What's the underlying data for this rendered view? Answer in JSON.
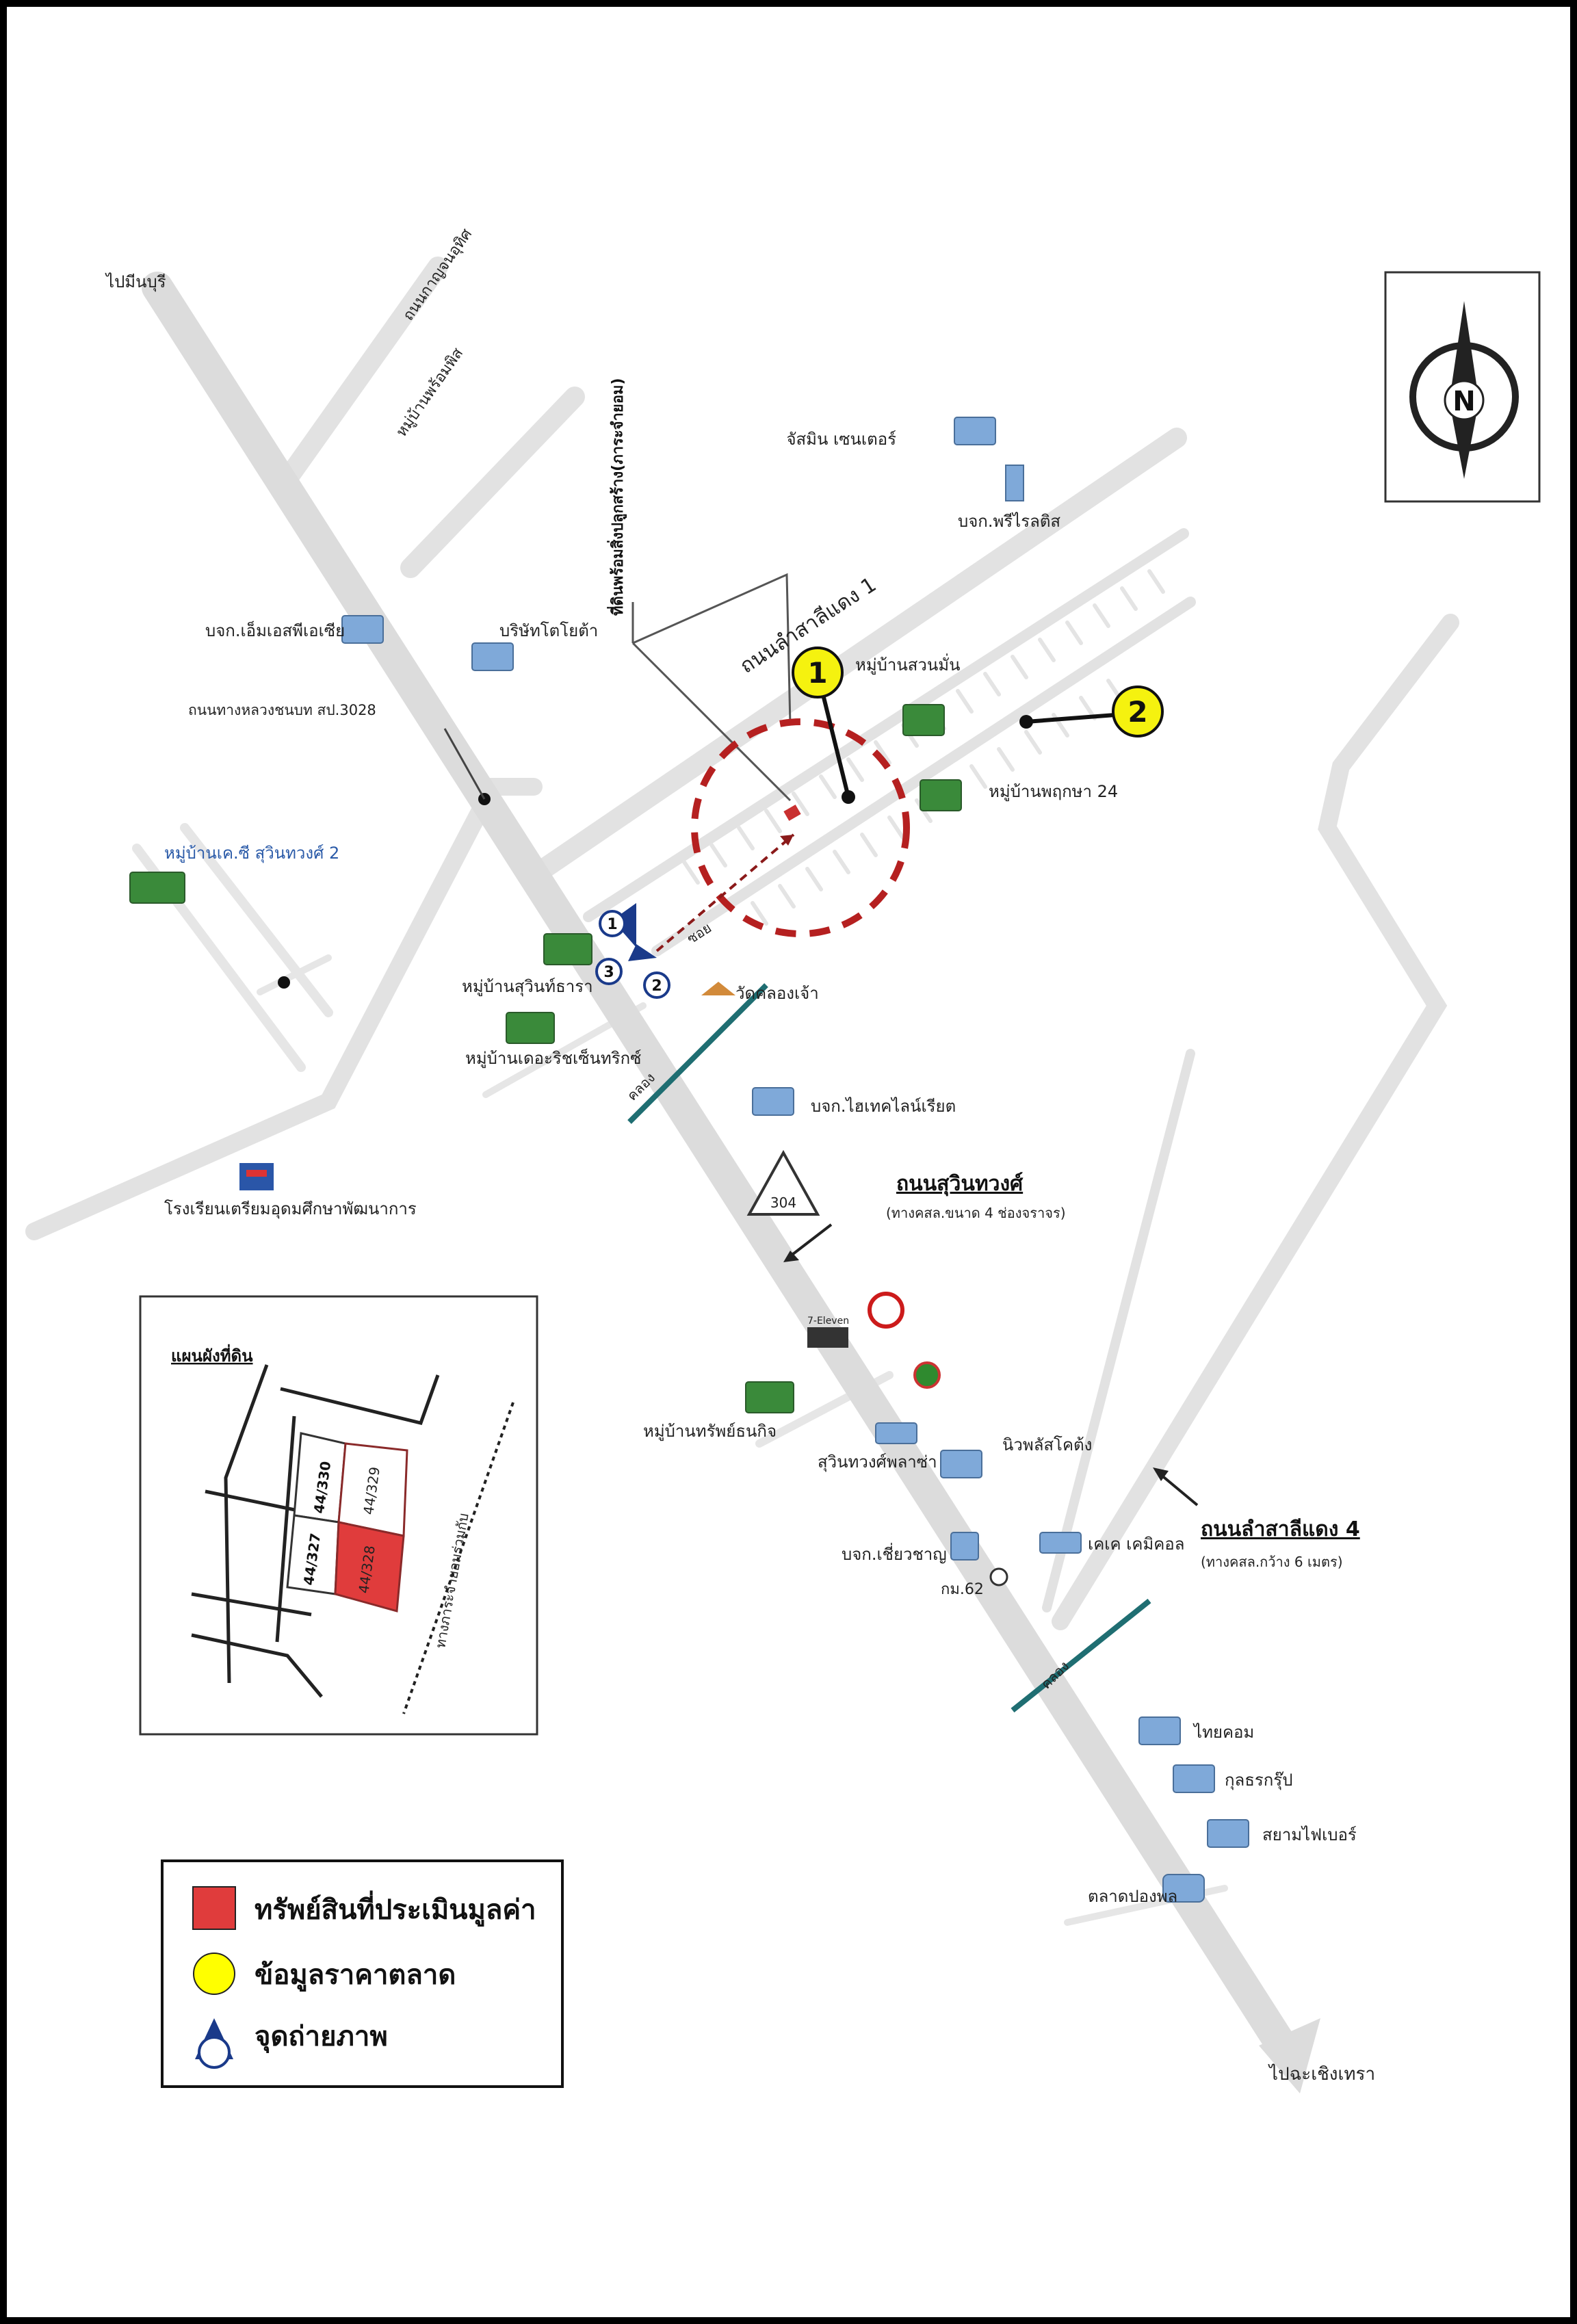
{
  "map": {
    "north_label": "N",
    "directions": {
      "to_top_left": "ไปมีนบุรี",
      "to_bottom": "ไปฉะเชิงเทรา"
    },
    "roads": {
      "road_top_1": "ถนนกาญจนอุทิศ",
      "road_top_2": "หมู่บ้านพร้อมพิส",
      "highway_3028": "ถนนทางหลวงชนบท สป.3028",
      "lam_salaeng_1": "ถนนลำสาลีแดง 1",
      "suwinthawong": "ถนนสุวินทวงศ์",
      "suwinthawong_note": "(ทางคสล.ขนาด 4 ช่องจราจร)",
      "lam_salaeng_4": "ถนนลำสาลีแดง 4",
      "lam_salaeng_4_note": "(ทางคสล.กว้าง 6 เมตร)",
      "public_road": "ที่ดินพร้อมสิ่งปลูกสร้าง(ภาระจำยอม)",
      "canal_1": "คลอง",
      "canal_2": "คลอง",
      "small_road": "ซอย",
      "shield_number": "304"
    },
    "places": {
      "jusmin_center": "จัสมิน เซนเตอร์",
      "brc": "บจก.พรีไรลติส",
      "msp": "บจก.เอ็มเอสพีเอเซีย",
      "toyota": "บริษัทโตโยต้า",
      "ban_suan_man": "หมู่บ้านสวนมั่น",
      "ban_pruksa": "หมู่บ้านพฤกษา 24",
      "ban_kc": "หมู่บ้านเค.ซี สุวินทวงศ์ 2",
      "ban_suwin_thara": "หมู่บ้านสุวินท์ธารา",
      "ban_the_rich": "หมู่บ้านเดอะริชเซ็นทริกซ์",
      "wat": "วัดคลองเจ้า",
      "school": "โรงเรียนเตรียมอุดมศึกษาพัฒนาการ",
      "hightech": "บจก.ไฮเทคไลน์เรียต",
      "ban_sap": "หมู่บ้านทรัพย์ธนกิจ",
      "seven": "7-Eleven",
      "pt": "สุวินทวงศ์พลาซ่า",
      "new_plus": "นิวพลัสโคต้ง",
      "chaiyo": "บจก.เชี่ยวชาญ",
      "km": "กม.62",
      "kk_equip": "เคเค เคมิคอล",
      "thaicom": "ไทยคอม",
      "kulthorn": "กุลธรกรุ๊ป",
      "siam_fiber": "สยามไฟเบอร์",
      "market": "ตลาดปองพล"
    },
    "markers": {
      "market_1": "1",
      "market_2": "2",
      "photo_1": "1",
      "photo_2": "2",
      "photo_3": "3"
    },
    "inset": {
      "title": "แผนผังที่ดิน",
      "lot_a": "44/330",
      "lot_b": "44/329",
      "lot_c": "44/327",
      "lot_d": "44/328",
      "road_label": "ทางภาระจำยอมร่วมกับ"
    },
    "legend": {
      "items": [
        {
          "label": "ทรัพย์สินที่ประเมินมูลค่า",
          "color": "#e03c3c"
        },
        {
          "label": "ข้อมูลราคาตลาด",
          "color": "#ffff00"
        },
        {
          "label": "จุดถ่ายภาพ",
          "color": "#1a3a8a"
        }
      ]
    }
  }
}
